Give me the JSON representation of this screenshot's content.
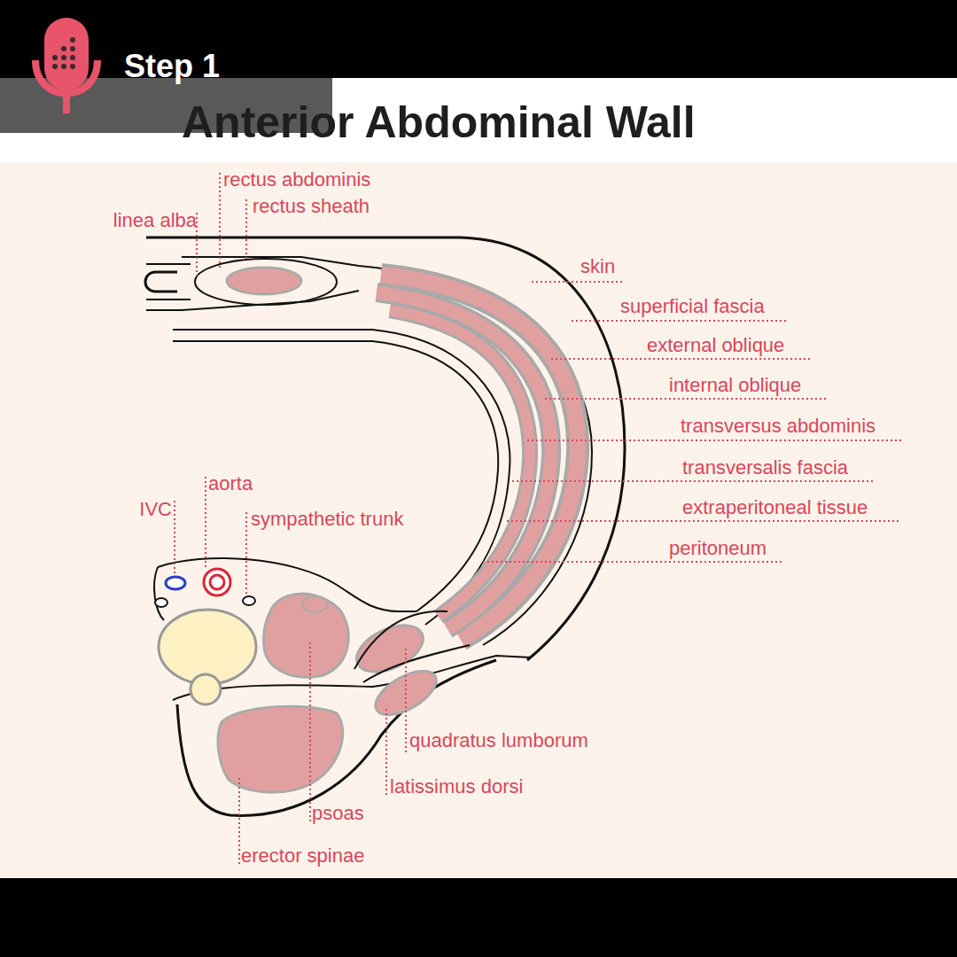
{
  "diagram": {
    "title": "Anterior Abdominal Wall",
    "labels": [
      "Step 1",
      "rectus abdominis",
      "linea alba",
      "rectus sheath",
      "skin",
      "superficial fascia",
      "external oblique",
      "internal oblique",
      "transversus abdominis",
      "transversalis fascia",
      "extraperitoneal tissue",
      "peritoneum",
      "IVC",
      "aorta",
      "sympathetic trunk",
      "quadratus lumborum",
      "latissimus dorsi",
      "psoas",
      "erector spinae"
    ]
  }
}
